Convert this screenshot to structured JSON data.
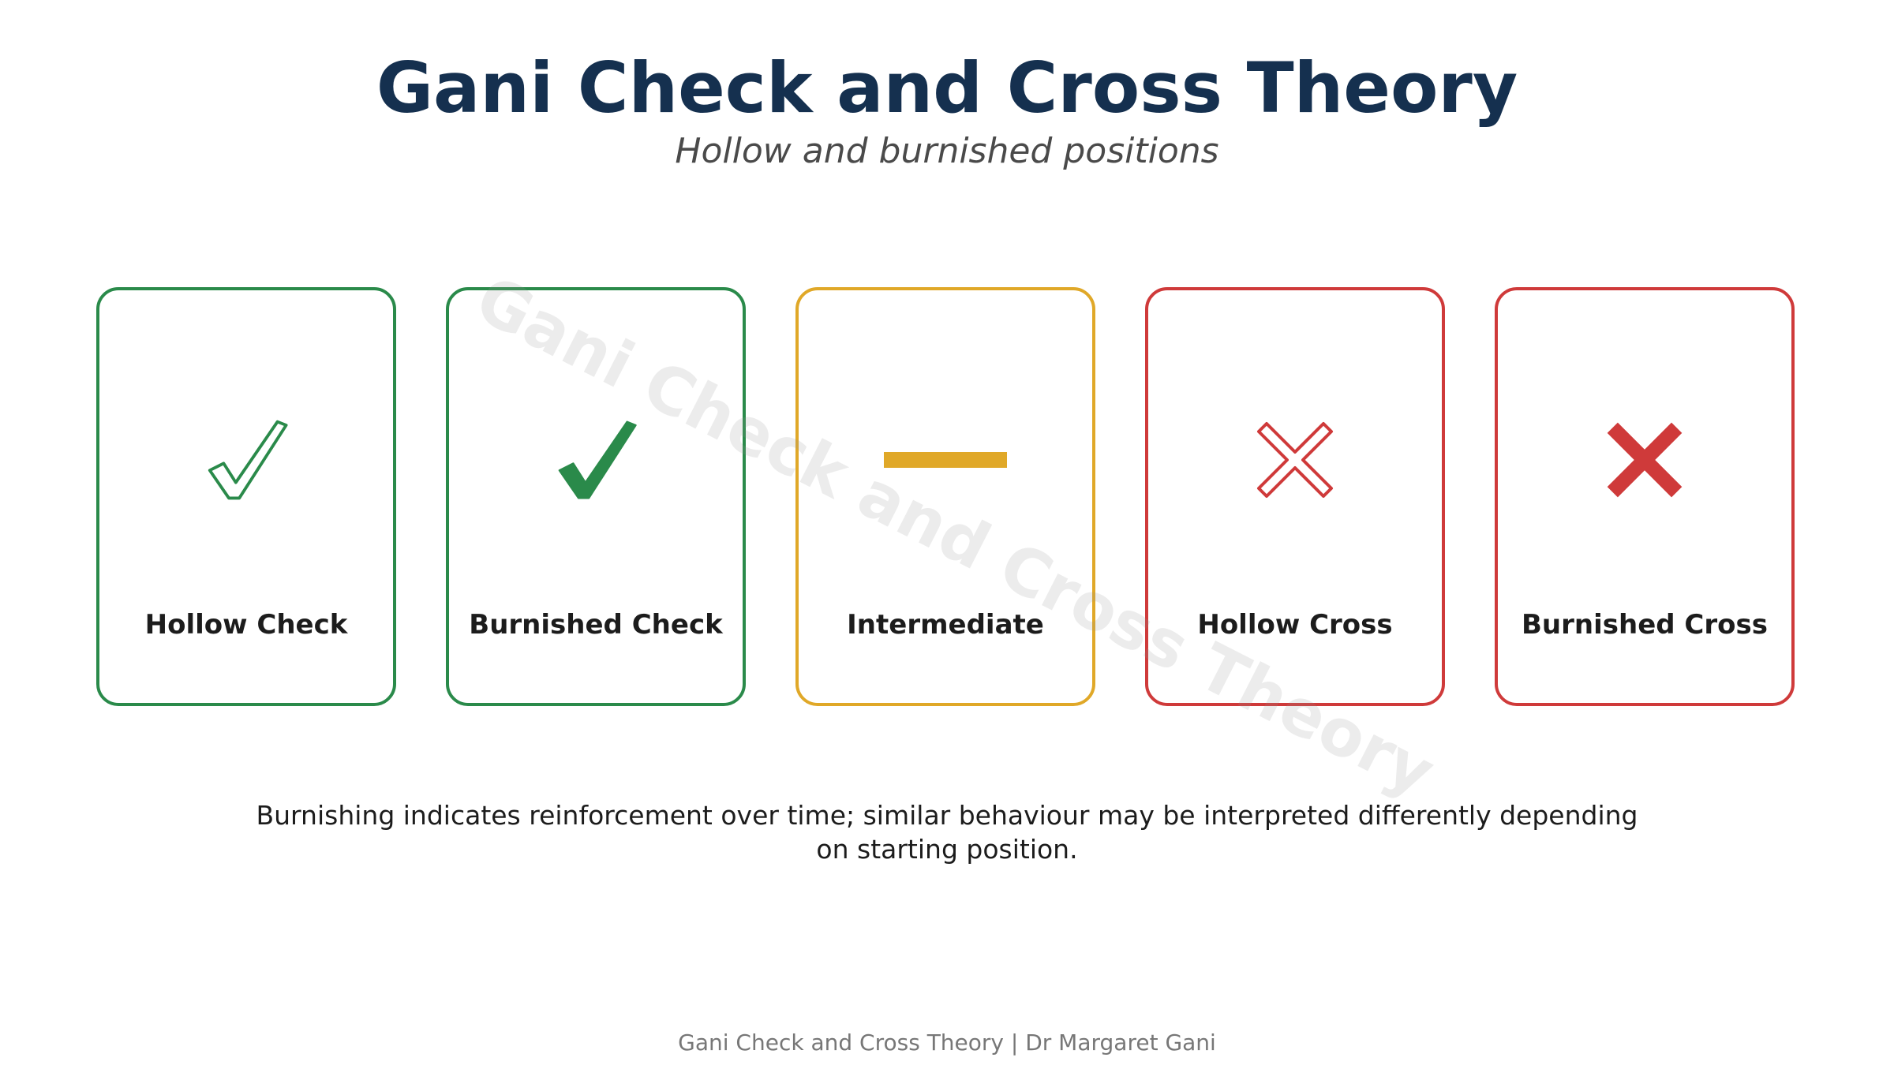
{
  "header": {
    "title": "Gani Check and Cross Theory",
    "subtitle": "Hollow and burnished positions"
  },
  "watermark": "Gani Check and Cross Theory",
  "cards": [
    {
      "label": "Hollow Check",
      "symbol": "hollow-check-icon",
      "color": "#2a8a4a"
    },
    {
      "label": "Burnished Check",
      "symbol": "burnished-check-icon",
      "color": "#2a8a4a"
    },
    {
      "label": "Intermediate",
      "symbol": "dash-icon",
      "color": "#e0a828"
    },
    {
      "label": "Hollow Cross",
      "symbol": "hollow-cross-icon",
      "color": "#cf3a3a"
    },
    {
      "label": "Burnished Cross",
      "symbol": "burnished-cross-icon",
      "color": "#cf3a3a"
    }
  ],
  "note": "Burnishing indicates reinforcement over time; similar behaviour may be interpreted differently depending on starting position.",
  "footer": "Gani Check and Cross Theory | Dr Margaret Gani"
}
